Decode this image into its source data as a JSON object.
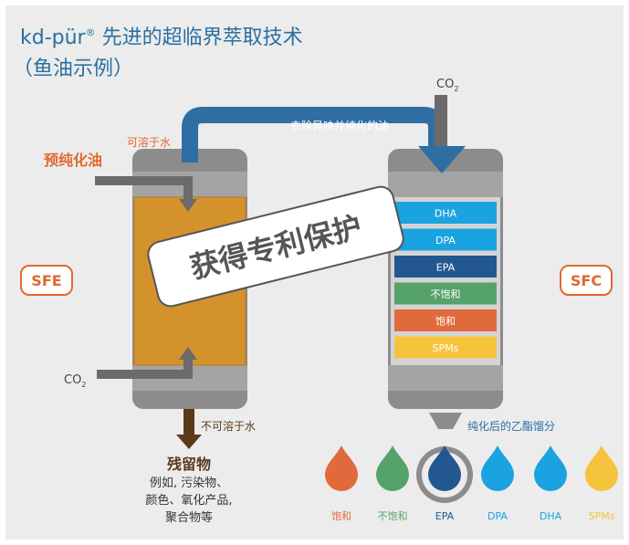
{
  "title": {
    "line1_prefix": "kd-pür",
    "line1_reg": "®",
    "line1_suffix": " 先进的超临界萃取技术",
    "line2": "（鱼油示例）"
  },
  "labels": {
    "co2": "CO",
    "co2_sub": "2",
    "remove_odor": "去除异味并纯化的油",
    "water_soluble": "可溶于水",
    "water_insoluble": "不可溶于水",
    "pre_purified_oil": "预纯化油",
    "sfe": "SFE",
    "sfc": "SFC",
    "patent_banner": "获得专利保护",
    "purified_esters": "纯化后的乙酯馏分",
    "residue_title": "残留物",
    "residue_line1": "例如, 污染物、",
    "residue_line2": "颜色、氧化产品,",
    "residue_line3": "聚合物等"
  },
  "fractions": [
    {
      "label": "DHA",
      "color": "#1aa3e0"
    },
    {
      "label": "DPA",
      "color": "#1aa3e0"
    },
    {
      "label": "EPA",
      "color": "#22588f"
    },
    {
      "label": "不饱和",
      "color": "#56a26b"
    },
    {
      "label": "饱和",
      "color": "#e06a3c"
    },
    {
      "label": "SPMs",
      "color": "#f6c33d"
    }
  ],
  "drops": [
    {
      "label": "饱和",
      "color": "#e06a3c"
    },
    {
      "label": "不饱和",
      "color": "#56a26b"
    },
    {
      "label": "EPA",
      "color": "#22588f"
    },
    {
      "label": "DPA",
      "color": "#1aa3e0"
    },
    {
      "label": "DHA",
      "color": "#1aa3e0"
    },
    {
      "label": "SPMs",
      "color": "#f6c33d"
    }
  ],
  "colors": {
    "background": "#ececec",
    "column": "#8c8c8c",
    "oil": "#d4922d",
    "blue_arrow": "#2e6ea3",
    "accent_orange": "#e0682e",
    "title_blue": "#2a6fa1",
    "brown": "#5a3a1a"
  }
}
